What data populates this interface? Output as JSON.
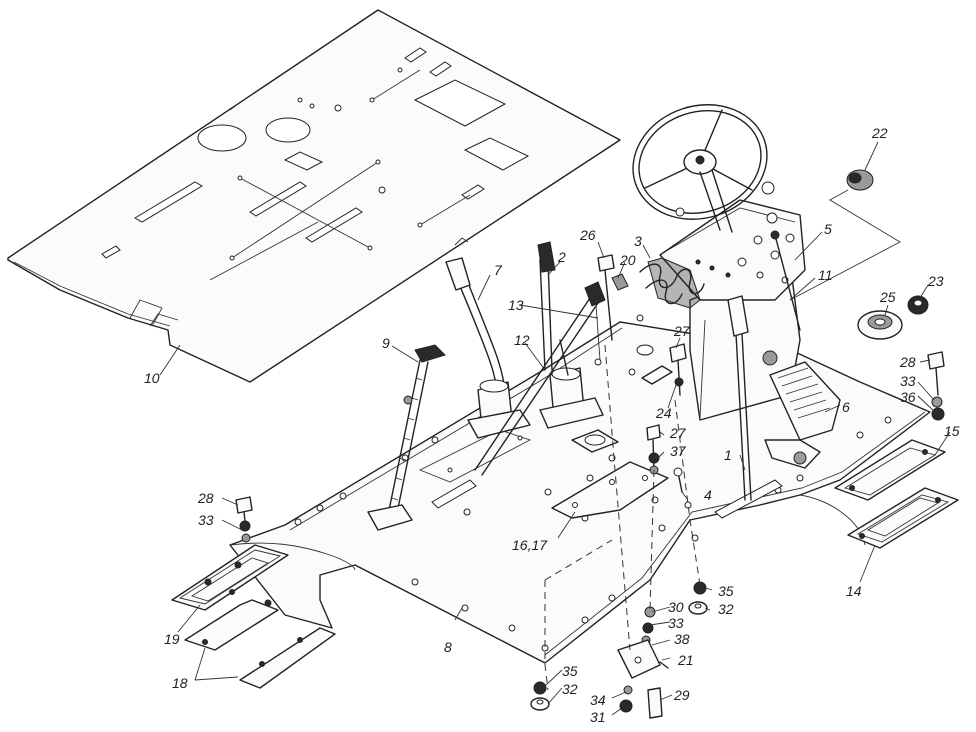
{
  "diagram": {
    "callouts": [
      {
        "id": "c1",
        "text": "1"
      },
      {
        "id": "c2",
        "text": "2"
      },
      {
        "id": "c3",
        "text": "3"
      },
      {
        "id": "c4",
        "text": "4"
      },
      {
        "id": "c5",
        "text": "5"
      },
      {
        "id": "c6",
        "text": "6"
      },
      {
        "id": "c7",
        "text": "7"
      },
      {
        "id": "c8",
        "text": "8"
      },
      {
        "id": "c9",
        "text": "9"
      },
      {
        "id": "c10",
        "text": "10"
      },
      {
        "id": "c11",
        "text": "11"
      },
      {
        "id": "c12",
        "text": "12"
      },
      {
        "id": "c13",
        "text": "13"
      },
      {
        "id": "c14",
        "text": "14"
      },
      {
        "id": "c15",
        "text": "15"
      },
      {
        "id": "c16",
        "text": "16,17"
      },
      {
        "id": "c18",
        "text": "18"
      },
      {
        "id": "c19",
        "text": "19"
      },
      {
        "id": "c20",
        "text": "20"
      },
      {
        "id": "c21",
        "text": "21"
      },
      {
        "id": "c22",
        "text": "22"
      },
      {
        "id": "c23",
        "text": "23"
      },
      {
        "id": "c24",
        "text": "24"
      },
      {
        "id": "c25",
        "text": "25"
      },
      {
        "id": "c26",
        "text": "26"
      },
      {
        "id": "c27a",
        "text": "27"
      },
      {
        "id": "c27b",
        "text": "27"
      },
      {
        "id": "c28a",
        "text": "28"
      },
      {
        "id": "c28b",
        "text": "28"
      },
      {
        "id": "c29",
        "text": "29"
      },
      {
        "id": "c30",
        "text": "30"
      },
      {
        "id": "c31",
        "text": "31"
      },
      {
        "id": "c32a",
        "text": "32"
      },
      {
        "id": "c32b",
        "text": "32"
      },
      {
        "id": "c33a",
        "text": "33"
      },
      {
        "id": "c33b",
        "text": "33"
      },
      {
        "id": "c33c",
        "text": "33"
      },
      {
        "id": "c34",
        "text": "34"
      },
      {
        "id": "c35a",
        "text": "35"
      },
      {
        "id": "c35b",
        "text": "35"
      },
      {
        "id": "c36",
        "text": "36"
      },
      {
        "id": "c37",
        "text": "37"
      },
      {
        "id": "c38",
        "text": "38"
      }
    ]
  }
}
